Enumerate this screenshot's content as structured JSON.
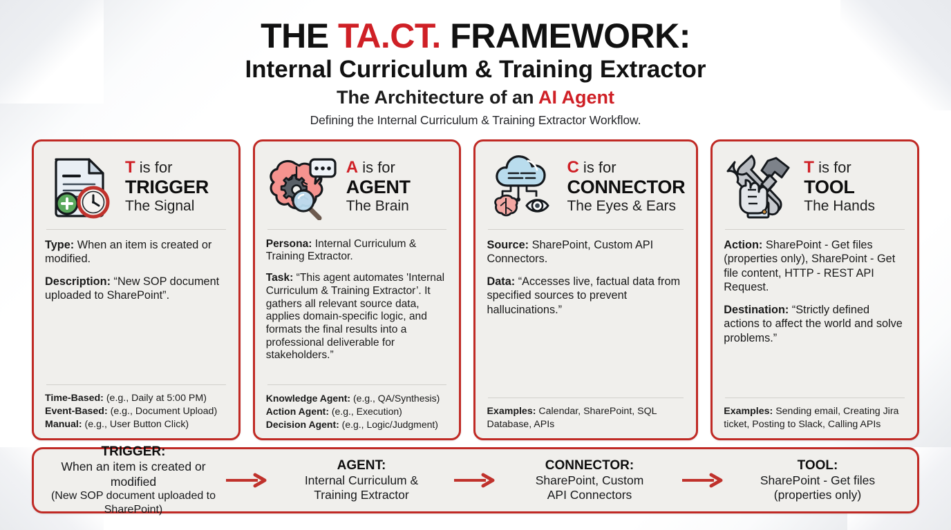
{
  "header": {
    "title_pre": "THE ",
    "title_accent": "TA.CT.",
    "title_post": " FRAMEWORK:",
    "subtitle": "Internal Curriculum & Training Extractor",
    "tagline_pre": "The Architecture of an ",
    "tagline_accent": "AI Agent",
    "description": "Defining the Internal Curriculum & Training Extractor Workflow."
  },
  "colors": {
    "accent_red": "#cf2026",
    "card_border": "#c02a25",
    "card_bg": "#f0efec",
    "text_dark": "#111111",
    "arrow_red": "#c0322c"
  },
  "cards": [
    {
      "letter": "T",
      "is_for": " is for",
      "word": "TRIGGER",
      "tagline": "The Signal",
      "icon": "document-clock-add-icon",
      "body": [
        {
          "label": "Type:",
          "text": " When an item is created or modified."
        },
        {
          "label": "Description:",
          "text": " “New SOP document uploaded to SharePoint”."
        }
      ],
      "footer": [
        {
          "label": "Time-Based:",
          "text": " (e.g., Daily at 5:00 PM)"
        },
        {
          "label": "Event-Based:",
          "text": " (e.g., Document Upload)"
        },
        {
          "label": "Manual:",
          "text": " (e.g., User Button Click)"
        }
      ]
    },
    {
      "letter": "A",
      "is_for": " is for",
      "word": "AGENT",
      "tagline": "The Brain",
      "icon": "brain-gear-magnifier-icon",
      "body": [
        {
          "label": "Persona:",
          "text": " Internal Curriculum & Training Extractor."
        },
        {
          "label": "Task:",
          "text": " “This agent automates 'Internal Curriculum & Training Extractor’. It gathers all relevant source data, applies domain-specific logic, and formats the final results into a professional deliverable for stakeholders.”"
        }
      ],
      "footer": [
        {
          "label": "Knowledge Agent:",
          "text": " (e.g., QA/Synthesis)"
        },
        {
          "label": "Action Agent:",
          "text": " (e.g., Execution)"
        },
        {
          "label": "Decision Agent:",
          "text": " (e.g., Logic/Judgment)"
        }
      ]
    },
    {
      "letter": "C",
      "is_for": " is for",
      "word": "CONNECTOR",
      "tagline": "The Eyes & Ears",
      "icon": "cloud-circuit-brain-eye-icon",
      "body": [
        {
          "label": "Source:",
          "text": " SharePoint, Custom API Connectors."
        },
        {
          "label": "Data:",
          "text": " “Accesses live, factual data from specified sources to prevent hallucinations.”"
        }
      ],
      "footer": [
        {
          "label": "Examples:",
          "text": " Calendar, SharePoint, SQL Database, APIs"
        }
      ]
    },
    {
      "letter": "T",
      "is_for": " is for",
      "word": "TOOL",
      "tagline": "The Hands",
      "icon": "robot-hand-wrench-hammer-icon",
      "body": [
        {
          "label": "Action:",
          "text": " SharePoint - Get files (properties only), SharePoint - Get file content, HTTP - REST API Request."
        },
        {
          "label": "Destination:",
          "text": " “Strictly defined actions to affect the world and solve problems.”"
        }
      ],
      "footer": [
        {
          "label": "Examples:",
          "text": " Sending email, Creating Jira ticket, Posting to Slack, Calling APIs"
        }
      ]
    }
  ],
  "flow": {
    "steps": [
      {
        "title": "TRIGGER:",
        "line1": "When an item is created or modified",
        "line2": "(New SOP document uploaded to SharePoint)"
      },
      {
        "title": "AGENT:",
        "line1": "Internal Curriculum &",
        "line2": "Training Extractor"
      },
      {
        "title": "CONNECTOR:",
        "line1": "SharePoint, Custom",
        "line2": "API Connectors"
      },
      {
        "title": "TOOL:",
        "line1": "SharePoint - Get files",
        "line2": "(properties only)"
      }
    ]
  }
}
